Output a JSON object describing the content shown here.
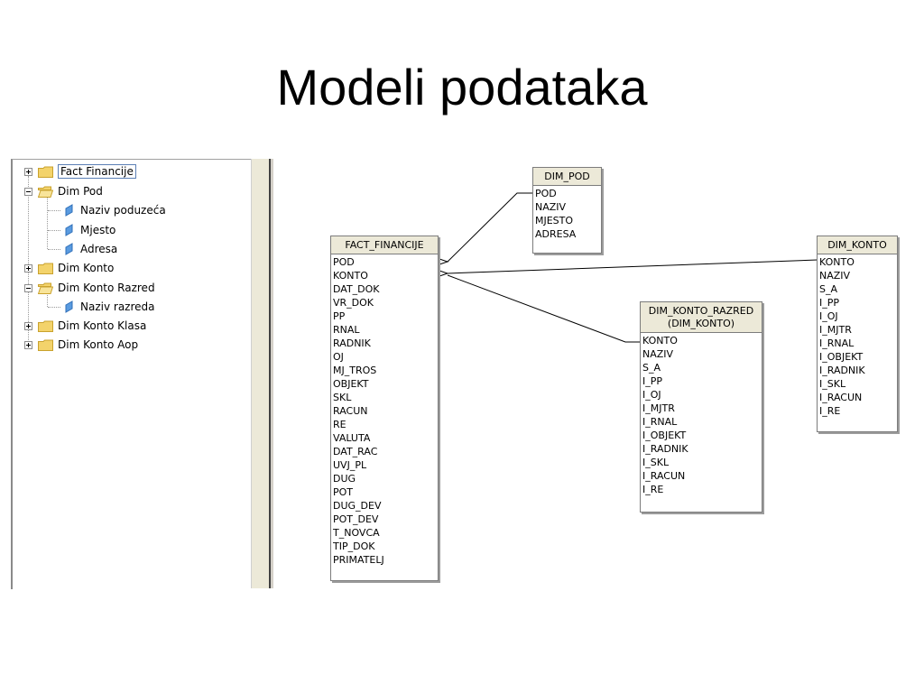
{
  "slide": {
    "title": "Modeli podataka"
  },
  "tree": {
    "items": [
      {
        "label": "Fact Financije",
        "kind": "folder",
        "expanded": false,
        "selected": true
      },
      {
        "label": "Dim Pod",
        "kind": "folder",
        "expanded": true,
        "selected": false
      },
      {
        "label": "Naziv poduzeća",
        "kind": "leaf"
      },
      {
        "label": "Mjesto",
        "kind": "leaf"
      },
      {
        "label": "Adresa",
        "kind": "leaf"
      },
      {
        "label": "Dim Konto",
        "kind": "folder",
        "expanded": false
      },
      {
        "label": "Dim Konto Razred",
        "kind": "folder",
        "expanded": true
      },
      {
        "label": "Naziv razreda",
        "kind": "leaf"
      },
      {
        "label": "Dim Konto Klasa",
        "kind": "folder",
        "expanded": false
      },
      {
        "label": "Dim Konto Aop",
        "kind": "folder",
        "expanded": false
      }
    ]
  },
  "diagram": {
    "dim_pod": {
      "name": "DIM_POD",
      "fields": [
        "POD",
        "NAZIV",
        "MJESTO",
        "ADRESA"
      ]
    },
    "fact_financije": {
      "name": "FACT_FINANCIJE",
      "fields": [
        "POD",
        "KONTO",
        "DAT_DOK",
        "VR_DOK",
        "PP",
        "RNAL",
        "RADNIK",
        "OJ",
        "MJ_TROS",
        "OBJEKT",
        "SKL",
        "RACUN",
        "RE",
        "VALUTA",
        "DAT_RAC",
        "UVJ_PL",
        "DUG",
        "POT",
        "DUG_DEV",
        "POT_DEV",
        "T_NOVCA",
        "TIP_DOK",
        "PRIMATELJ"
      ]
    },
    "dim_konto_razred": {
      "name_line1": "DIM_KONTO_RAZRED",
      "name_line2": "(DIM_KONTO)",
      "fields": [
        "KONTO",
        "NAZIV",
        "S_A",
        "I_PP",
        "I_OJ",
        "I_MJTR",
        "I_RNAL",
        "I_OBJEKT",
        "I_RADNIK",
        "I_SKL",
        "I_RACUN",
        "I_RE"
      ]
    },
    "dim_konto": {
      "name": "DIM_KONTO",
      "fields": [
        "KONTO",
        "NAZIV",
        "S_A",
        "I_PP",
        "I_OJ",
        "I_MJTR",
        "I_RNAL",
        "I_OBJEKT",
        "I_RADNIK",
        "I_SKL",
        "I_RACUN",
        "I_RE"
      ]
    }
  },
  "colors": {
    "folder": "#f3d36b",
    "folder_edge": "#c9a22e",
    "leaf": "#5a9be0",
    "selection_border": "#5b7fb5",
    "table_header": "#ece9d8"
  }
}
